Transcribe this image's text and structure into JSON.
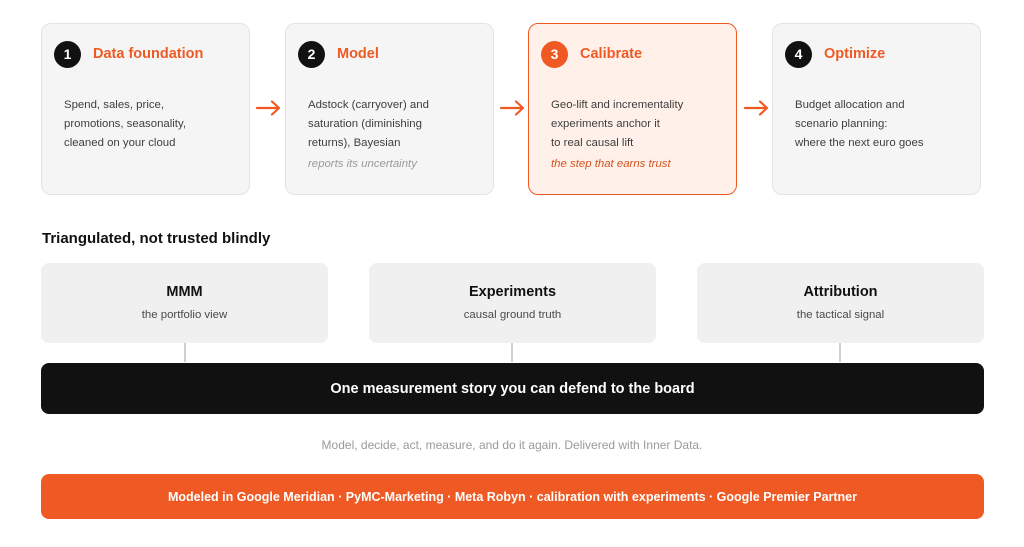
{
  "colors": {
    "accent": "#ef5a24",
    "dark": "#111111",
    "card": "#f5f5f5"
  },
  "steps": [
    {
      "num": "1",
      "title": "Data foundation",
      "lines": [
        "Spend, sales, price,",
        "promotions, seasonality,",
        "cleaned on your cloud"
      ],
      "note": ""
    },
    {
      "num": "2",
      "title": "Model",
      "lines": [
        "Adstock (carryover) and",
        "saturation (diminishing",
        "returns), Bayesian"
      ],
      "note": "reports its uncertainty"
    },
    {
      "num": "3",
      "title": "Calibrate",
      "lines": [
        "Geo-lift and incrementality",
        "experiments anchor it",
        "to real causal lift"
      ],
      "note": "the step that earns trust"
    },
    {
      "num": "4",
      "title": "Optimize",
      "lines": [
        "Budget allocation and",
        "scenario planning:",
        "where the next euro goes"
      ],
      "note": ""
    }
  ],
  "section_title": "Triangulated, not trusted blindly",
  "pillars": [
    {
      "title": "MMM",
      "subtitle": "the portfolio view"
    },
    {
      "title": "Experiments",
      "subtitle": "causal ground truth"
    },
    {
      "title": "Attribution",
      "subtitle": "the tactical signal"
    }
  ],
  "story": "One measurement story you can defend to the board",
  "tagline": "Model, decide, act, measure, and do it again. Delivered with Inner Data.",
  "partners": "Modeled in Google Meridian · PyMC-Marketing · Meta Robyn · calibration with experiments · Google Premier Partner"
}
